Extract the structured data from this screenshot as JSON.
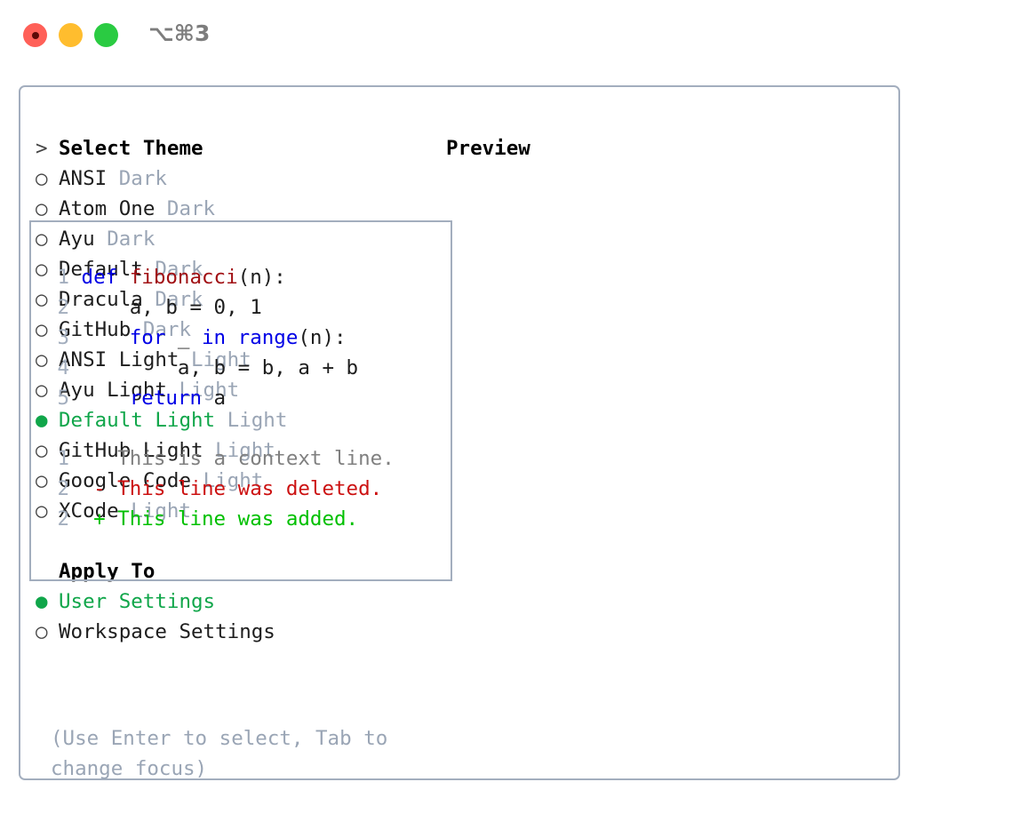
{
  "window": {
    "shortcut": "⌥⌘3",
    "traffic_lights": [
      {
        "name": "close",
        "color": "#FF6058"
      },
      {
        "name": "minimize",
        "color": "#FFBD2E"
      },
      {
        "name": "maximize",
        "color": "#2ACB42"
      }
    ]
  },
  "theme_picker": {
    "heading_marker": ">",
    "heading": "Select Theme",
    "marker_unselected": "○",
    "marker_selected": "●",
    "items": [
      {
        "label": "ANSI",
        "variant": "Dark",
        "selected": false
      },
      {
        "label": "Atom One",
        "variant": "Dark",
        "selected": false
      },
      {
        "label": "Ayu",
        "variant": "Dark",
        "selected": false
      },
      {
        "label": "Default",
        "variant": "Dark",
        "selected": false
      },
      {
        "label": "Dracula",
        "variant": "Dark",
        "selected": false
      },
      {
        "label": "GitHub",
        "variant": "Dark",
        "selected": false
      },
      {
        "label": "ANSI Light",
        "variant": "Light",
        "selected": false
      },
      {
        "label": "Ayu Light",
        "variant": "Light",
        "selected": false
      },
      {
        "label": "Default Light",
        "variant": "Light",
        "selected": true
      },
      {
        "label": "GitHub Light",
        "variant": "Light",
        "selected": false
      },
      {
        "label": "Google Code",
        "variant": "Light",
        "selected": false
      },
      {
        "label": "XCode",
        "variant": "Light",
        "selected": false
      }
    ]
  },
  "apply_to": {
    "heading": "Apply To",
    "items": [
      {
        "label": "User Settings",
        "selected": true
      },
      {
        "label": "Workspace Settings",
        "selected": false
      }
    ]
  },
  "hint": "(Use Enter to select, Tab to change focus)",
  "preview": {
    "title": "Preview",
    "code_lines": [
      {
        "no": "1",
        "tokens": [
          {
            "t": "def ",
            "c": "kw"
          },
          {
            "t": "fibonacci",
            "c": "fn"
          },
          {
            "t": "(n):",
            "c": "code-text"
          }
        ]
      },
      {
        "no": "2",
        "tokens": [
          {
            "t": "    a, b = 0, 1",
            "c": "code-text"
          }
        ]
      },
      {
        "no": "3",
        "tokens": [
          {
            "t": "    ",
            "c": "code-text"
          },
          {
            "t": "for",
            "c": "kw"
          },
          {
            "t": " _ ",
            "c": "code-text"
          },
          {
            "t": "in",
            "c": "kw"
          },
          {
            "t": " ",
            "c": "code-text"
          },
          {
            "t": "range",
            "c": "kw"
          },
          {
            "t": "(n):",
            "c": "code-text"
          }
        ]
      },
      {
        "no": "4",
        "tokens": [
          {
            "t": "        a, b = b, a + b",
            "c": "code-text"
          }
        ]
      },
      {
        "no": "5",
        "tokens": [
          {
            "t": "    ",
            "c": "code-text"
          },
          {
            "t": "return",
            "c": "kw"
          },
          {
            "t": " a",
            "c": "code-text"
          }
        ]
      }
    ],
    "diff_lines": [
      {
        "no": "1",
        "tokens": [
          {
            "t": "   This is a context line.",
            "c": "ctx"
          }
        ]
      },
      {
        "no": "2",
        "tokens": [
          {
            "t": " - This line was deleted.",
            "c": "del"
          }
        ]
      },
      {
        "no": "2",
        "tokens": [
          {
            "t": " + This line was added.",
            "c": "add"
          }
        ]
      }
    ]
  },
  "colors": {
    "accent_green": "#10A64A",
    "border": "#A3AEBE",
    "muted": "#9AA5B5",
    "keyword_blue": "#0000E6",
    "function_red": "#A11014",
    "diff_deleted": "#CC1111",
    "diff_added": "#00C000"
  }
}
